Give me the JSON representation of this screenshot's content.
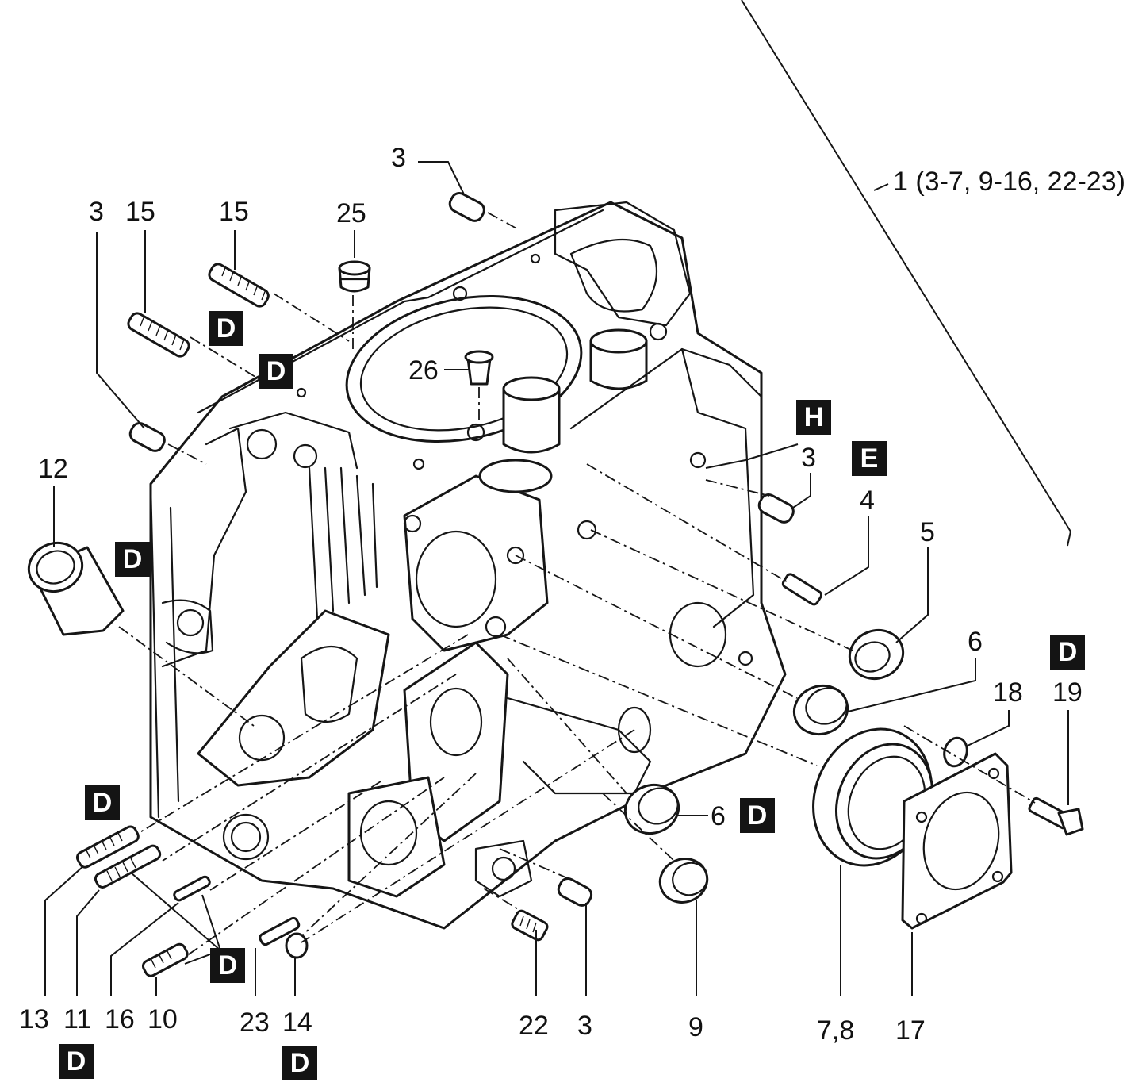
{
  "assembly_label": "1 (3-7, 9-16, 22-23)",
  "callouts": {
    "c3_top": "3",
    "c3_left": "3",
    "c15_a": "15",
    "c15_b": "15",
    "c25": "25",
    "c26": "26",
    "c12": "12",
    "c3_right": "3",
    "c4": "4",
    "c5": "5",
    "c6_right": "6",
    "c18": "18",
    "c19": "19",
    "c6_mid": "6",
    "c13": "13",
    "c11": "11",
    "c16": "16",
    "c10": "10",
    "c23": "23",
    "c14": "14",
    "c22": "22",
    "c3_bottom": "3",
    "c9": "9",
    "c78": "7,8",
    "c17": "17"
  },
  "badges": {
    "d_upper_a": "D",
    "d_upper_b": "D",
    "d_left": "D",
    "h": "H",
    "e": "E",
    "d_right": "D",
    "d_mid": "D",
    "d_bolt": "D",
    "d_studs": "D",
    "d_bottom_left": "D",
    "d_bottom_mid": "D"
  }
}
